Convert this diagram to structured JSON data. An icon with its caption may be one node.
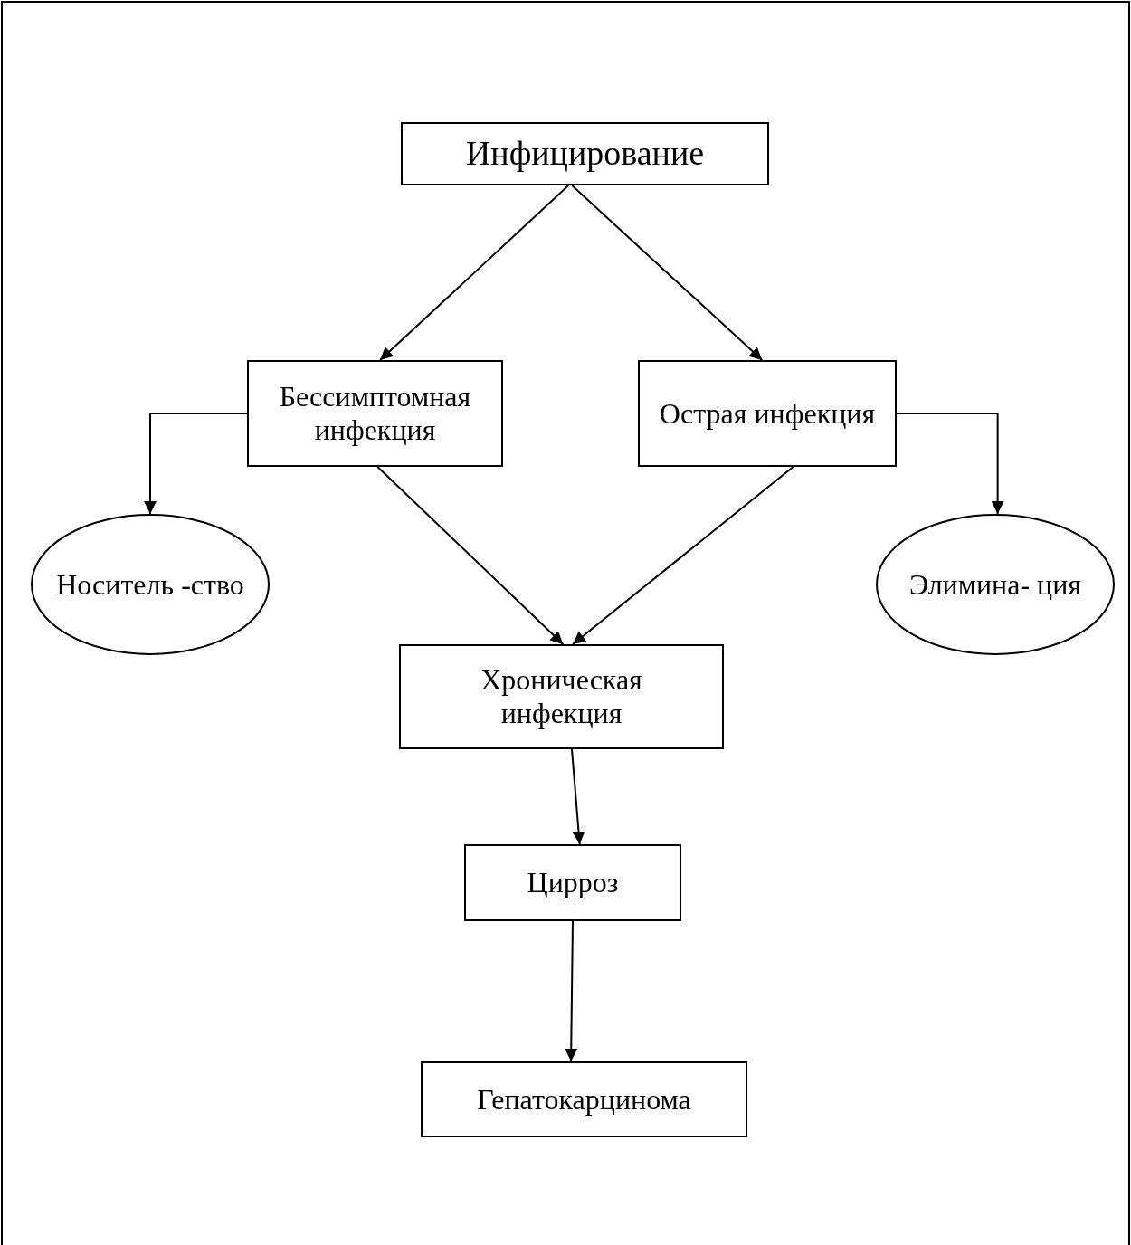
{
  "diagram": {
    "nodes": [
      {
        "text": [
          "Инфицирование"
        ]
      },
      {
        "text": [
          "Бессимптомная инфекция"
        ]
      },
      {
        "text": [
          "Острая инфекция"
        ]
      },
      {
        "text": [
          "Носитель -ство"
        ]
      },
      {
        "text": [
          "Элимина- ция"
        ]
      },
      {
        "text": [
          "Хроническая инфекция"
        ]
      },
      {
        "text": [
          "Цирроз"
        ]
      },
      {
        "text": [
          "Гепатокарцинома"
        ]
      }
    ],
    "edges": [
      {
        "from": 0,
        "to": 1,
        "arrow": "to"
      },
      {
        "from": 0,
        "to": 2,
        "arrow": "to"
      },
      {
        "from": 1,
        "to": 3,
        "arrow": "to"
      },
      {
        "from": 2,
        "to": 4,
        "arrow": "to"
      },
      {
        "from": 1,
        "to": 5,
        "arrow": "to"
      },
      {
        "from": 2,
        "to": 5,
        "arrow": "to"
      },
      {
        "from": 5,
        "to": 6,
        "arrow": "to"
      },
      {
        "from": 6,
        "to": 7,
        "arrow": "to"
      }
    ]
  }
}
